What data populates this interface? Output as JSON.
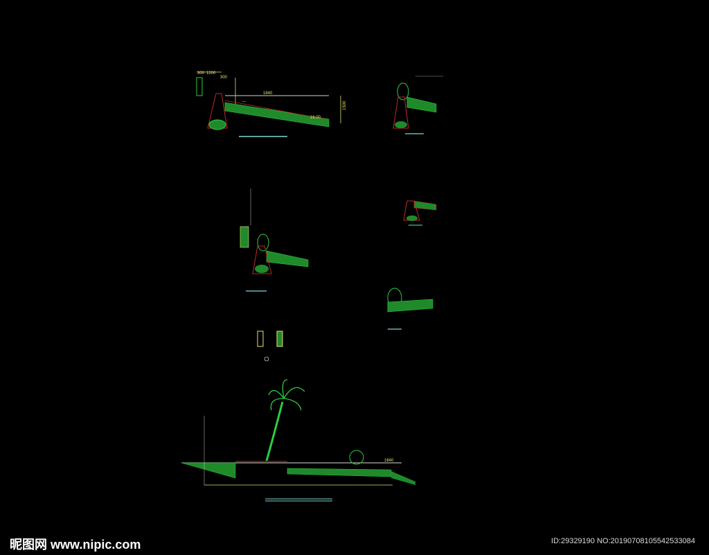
{
  "drawing": {
    "section_a": {
      "dims": [
        "300",
        "1200",
        "300",
        "1640",
        "1500",
        "16.00"
      ]
    },
    "section_f": {
      "dims": [
        "1640"
      ]
    }
  },
  "watermark": {
    "site": "昵图网 www.nipic.com",
    "id": "ID:29329190 NO:20190708105542533084"
  },
  "colors": {
    "background": "#000000",
    "green": "#2ecc40",
    "yellow": "#e8e070",
    "red": "#c0282a",
    "cyan": "#7fd6d6"
  }
}
